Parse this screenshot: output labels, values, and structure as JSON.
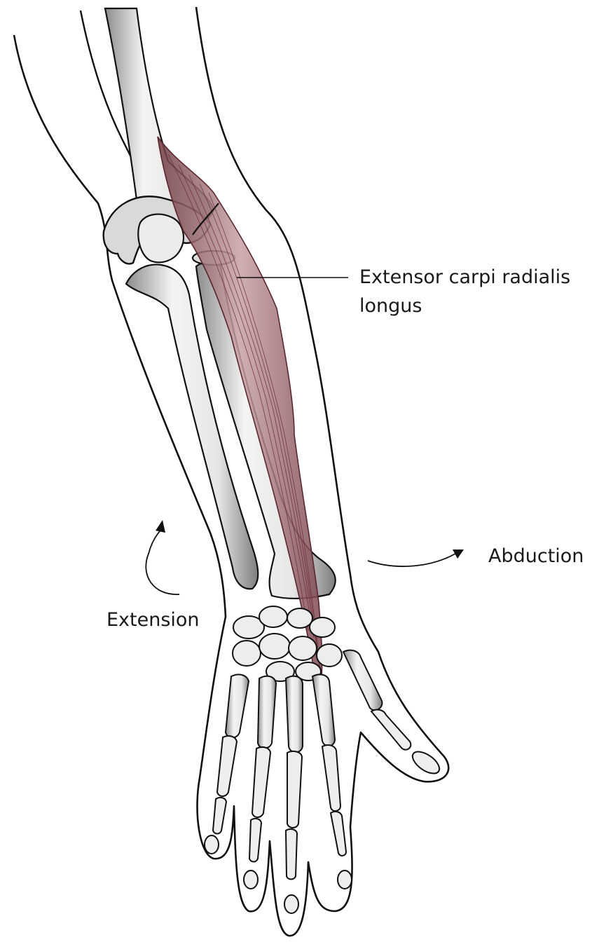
{
  "labels": {
    "muscle_line1": "Extensor carpi radialis",
    "muscle_line2": "longus",
    "abduction": "Abduction",
    "extension": "Extension"
  },
  "colors": {
    "outline": "#111111",
    "bone_fill": "#f4f4f2",
    "bone_shade": "#9a9a9a",
    "muscle": "#7a2a35",
    "muscle_fill": "#b98a90",
    "background": "#ffffff"
  }
}
